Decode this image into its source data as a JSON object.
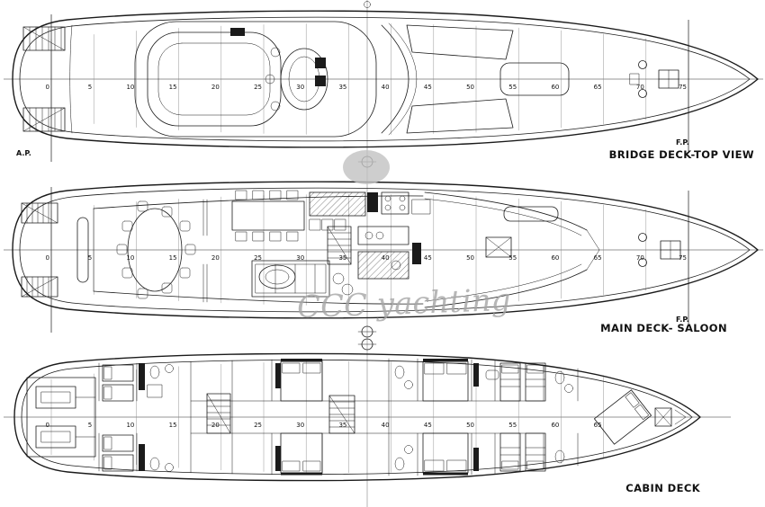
{
  "stations": [
    "0",
    "5",
    "10",
    "15",
    "20",
    "25",
    "30",
    "35",
    "40",
    "45",
    "50",
    "55",
    "60",
    "65",
    "70",
    "75"
  ],
  "decks": {
    "bridge": {
      "label": "BRIDGE DECK-TOP VIEW",
      "ap": "A.P.",
      "fp": "F.P."
    },
    "main": {
      "label": "MAIN DECK- SALOON",
      "fp": "F.P."
    },
    "cabin": {
      "label": "CABIN DECK"
    }
  },
  "watermark": {
    "text": "CCC yachting"
  },
  "icons": {
    "section_marker": "circle-with-line",
    "hatch_cross": "x-cross",
    "stairs": "tread-lines"
  },
  "colors": {
    "ink": "#1b1b1b",
    "frame_line": "#8a8a8a",
    "watermark_gray": "#a6a6a6",
    "background": "#ffffff"
  }
}
